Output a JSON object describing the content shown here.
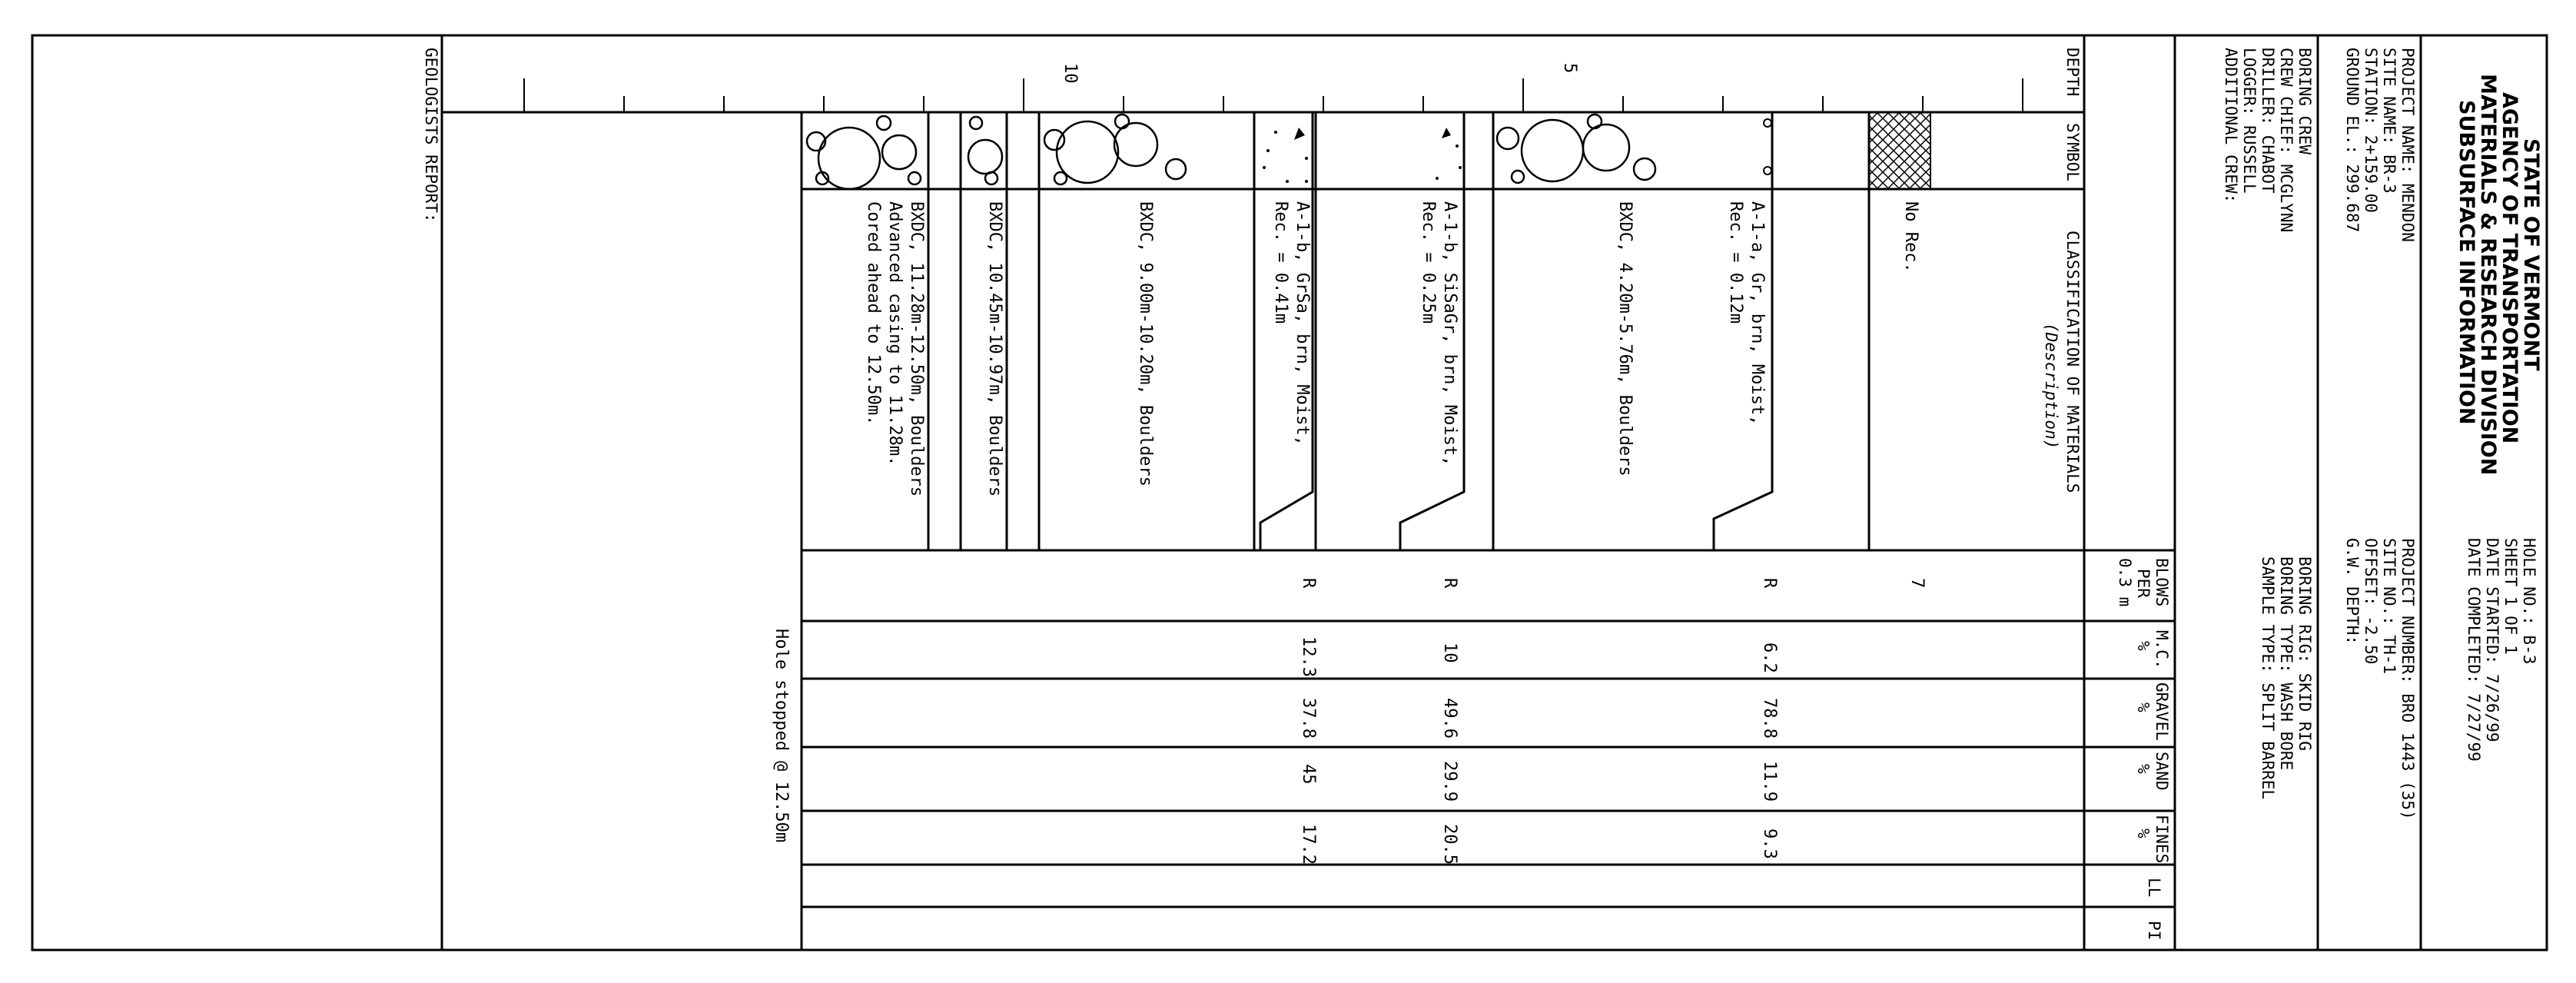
{
  "header": {
    "title_lines": [
      "STATE OF VERMONT",
      "AGENCY OF TRANSPORTATION",
      "MATERIALS & RESEARCH DIVISION",
      "SUBSURFACE INFORMATION"
    ],
    "hole_no": "HOLE NO.: B-3",
    "sheet": "SHEET  1  OF  1",
    "date_started": "DATE STARTED: 7/26/99",
    "date_completed": "DATE COMPLETED: 7/27/99",
    "project_name": "PROJECT NAME: MENDON",
    "site_name": "SITE NAME: BR-3",
    "station": "STATION: 2+159.00",
    "ground_el": "GROUND EL.: 299.687",
    "project_number": "PROJECT NUMBER: BRO 1443 (35)",
    "site_no": "SITE NO.: TH-1",
    "offset": "OFFSET: -2.50",
    "gw_depth": "G.W. DEPTH:",
    "boring_crew": "BORING CREW",
    "crew_chief": "CREW CHIEF: MCGLYNN",
    "driller": "DRILLER: CHABOT",
    "logger": "LOGGER: RUSSELL",
    "additional_crew": "ADDITIONAL CREW:",
    "boring_rig": "BORING RIG: SKID RIG",
    "boring_type": "BORING TYPE: WASH BORE",
    "sample_type": "SAMPLE TYPE: SPLIT BARREL"
  },
  "columns": {
    "depth": "DEPTH",
    "symbol": "SYMBOL",
    "classification": "CLASSIFICATION OF MATERIALS",
    "description": "(Description)",
    "blows": [
      "BLOWS",
      "PER",
      "0.3 m"
    ],
    "mc": [
      "M.C.",
      "%"
    ],
    "gravel": [
      "GRAVEL",
      "%"
    ],
    "sand": [
      "SAND",
      "%"
    ],
    "fines": [
      "FINES",
      "%"
    ],
    "ll": "LL",
    "pi": "PI"
  },
  "depth_ticks": [
    "5",
    "10"
  ],
  "layers": [
    {
      "lines": [
        "No Rec."
      ],
      "blows": "7",
      "mc": "",
      "gravel": "",
      "sand": "",
      "fines": ""
    },
    {
      "lines": [
        "A-1-a, Gr, brn, Moist,",
        "Rec. = 0.12m"
      ],
      "blows": "R",
      "mc": "6.2",
      "gravel": "78.8",
      "sand": "11.9",
      "fines": "9.3"
    },
    {
      "lines": [
        "BXDC, 4.20m-5.76m, Boulders"
      ],
      "blows": "",
      "mc": "",
      "gravel": "",
      "sand": "",
      "fines": ""
    },
    {
      "lines": [
        "A-1-b, SiSaGr, brn, Moist,",
        "Rec. = 0.25m"
      ],
      "blows": "R",
      "mc": "10",
      "gravel": "49.6",
      "sand": "29.9",
      "fines": "20.5"
    },
    {
      "lines": [
        "A-1-b, GrSa, brn, Moist,",
        "Rec. = 0.41m"
      ],
      "blows": "R",
      "mc": "12.3",
      "gravel": "37.8",
      "sand": "45",
      "fines": "17.2"
    },
    {
      "lines": [
        "BXDC, 9.00m-10.20m, Boulders"
      ],
      "blows": "",
      "mc": "",
      "gravel": "",
      "sand": "",
      "fines": ""
    },
    {
      "lines": [
        "BXDC, 10.45m-10.97m, Boulders"
      ],
      "blows": "",
      "mc": "",
      "gravel": "",
      "sand": "",
      "fines": ""
    },
    {
      "lines": [
        "BXDC, 11.28m-12.50m, Boulders",
        "Advanced casing to 11.28m.",
        "Cored ahead to 12.50m."
      ],
      "blows": "",
      "mc": "",
      "gravel": "",
      "sand": "",
      "fines": ""
    }
  ],
  "hole_stopped": "Hole stopped @ 12.50m",
  "geologists_report": "GEOLOGISTS REPORT:"
}
